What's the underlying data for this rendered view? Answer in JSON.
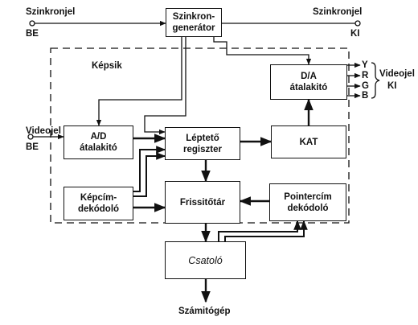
{
  "labels": {
    "sync_in": "Szinkronjel",
    "sync_in_dir": "BE",
    "sync_out": "Szinkronjel",
    "sync_out_dir": "KI",
    "kepsik": "Képsik",
    "video_in": "Videojel",
    "video_in_dir": "BE",
    "video_out": "Videojel",
    "video_out_dir": "KI",
    "computer": "Számitógép",
    "out_y": "Y",
    "out_r": "R",
    "out_g": "G",
    "out_b": "B"
  },
  "blocks": {
    "sync_generator": "Szinkron-\ngenerátor",
    "da_converter": "D/A\nátalakitó",
    "ad_converter": "A/D\nátalakitó",
    "shift_register": "Léptető\nregiszter",
    "kat": "KAT",
    "address_decoder": "Képcím-\ndekódoló",
    "refresh_memory": "Frissitőtár",
    "pointer_decoder": "Pointercím\ndekódoló",
    "interface": "Csatoló"
  }
}
